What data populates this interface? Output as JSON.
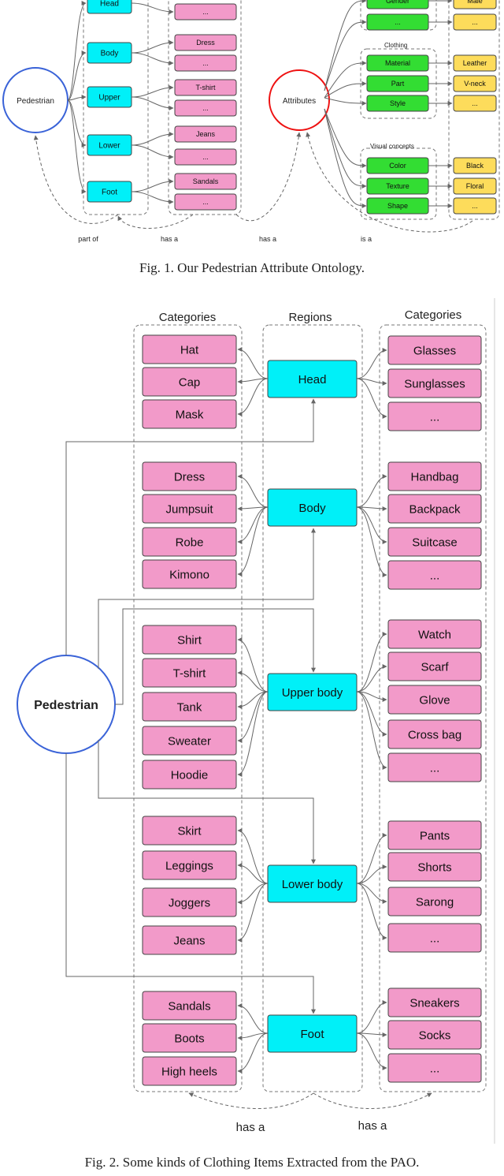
{
  "colors": {
    "cyan": "#00f0f8",
    "pink": "#f29ac9",
    "yellow": "#fddc5b",
    "green": "#33dd33",
    "blue_circle": "#3a63d8",
    "red_circle": "#ee1111",
    "arrow": "#666666"
  },
  "fig1": {
    "pedestrian": "Pedestrian",
    "attributes": "Attributes",
    "regions": [
      "Head",
      "Body",
      "Upper",
      "Lower",
      "Foot"
    ],
    "items": [
      "...",
      "Dress",
      "...",
      "T-shirt",
      "...",
      "Jeans",
      "...",
      "Sandals",
      "..."
    ],
    "group_clothing": "Clothing",
    "group_visual": "Visual concepts",
    "green_top": [
      "Gender",
      "..."
    ],
    "green_clothing": [
      "Material",
      "Part",
      "Style"
    ],
    "green_visual": [
      "Color",
      "Texture",
      "Shape"
    ],
    "yellow_top": [
      "Male",
      "..."
    ],
    "yellow_clothing": [
      "Leather",
      "V-neck",
      "..."
    ],
    "yellow_visual": [
      "Black",
      "Floral",
      "..."
    ],
    "relations": [
      "part of",
      "has a",
      "has a",
      "is a"
    ]
  },
  "caption1": "Fig. 1.    Our Pedestrian Attribute Ontology.",
  "fig2": {
    "header_left": "Categories",
    "header_mid": "Regions",
    "header_right": "Categories",
    "pedestrian": "Pedestrian",
    "regions": [
      "Head",
      "Body",
      "Upper body",
      "Lower body",
      "Foot"
    ],
    "left_head": [
      "Hat",
      "Cap",
      "Mask"
    ],
    "left_body": [
      "Dress",
      "Jumpsuit",
      "Robe",
      "Kimono"
    ],
    "left_upper": [
      "Shirt",
      "T-shirt",
      "Tank",
      "Sweater",
      "Hoodie"
    ],
    "left_lower": [
      "Skirt",
      "Leggings",
      "Joggers",
      "Jeans"
    ],
    "left_foot": [
      "Sandals",
      "Boots",
      "High heels"
    ],
    "right_head": [
      "Glasses",
      "Sunglasses",
      "..."
    ],
    "right_body": [
      "Handbag",
      "Backpack",
      "Suitcase",
      "..."
    ],
    "right_upper": [
      "Watch",
      "Scarf",
      "Glove",
      "Cross bag",
      "..."
    ],
    "right_lower": [
      "Pants",
      "Shorts",
      "Sarong",
      "..."
    ],
    "right_foot": [
      "Sneakers",
      "Socks",
      "..."
    ],
    "relations": [
      "has a",
      "has a"
    ]
  },
  "caption2": "Fig. 2.    Some kinds of Clothing Items Extracted from the PAO."
}
